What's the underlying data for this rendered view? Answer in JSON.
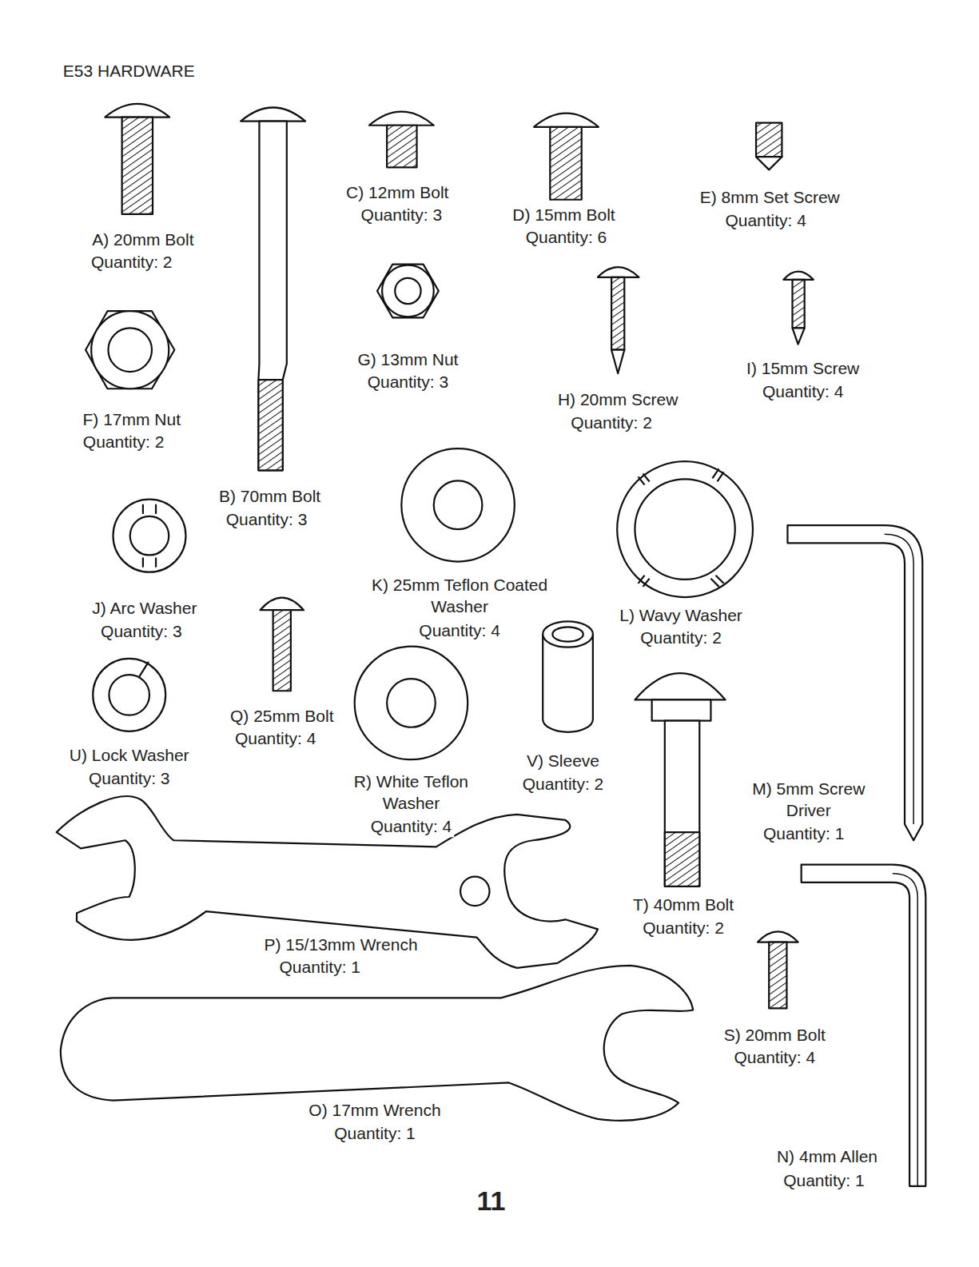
{
  "diagram": {
    "title": "E53 HARDWARE",
    "labels": [
      "A) 20mm Bolt",
      "Quantity: 2",
      "C) 12mm Bolt",
      "Quantity: 3",
      "D) 15mm Bolt",
      "Quantity: 6",
      "E) 8mm Set Screw",
      "Quantity: 4",
      "F) 17mm Nut",
      "Quantity: 2",
      "G) 13mm Nut",
      "Quantity: 3",
      "H) 20mm Screw",
      "Quantity: 2",
      "I) 15mm Screw",
      "Quantity: 4",
      "B) 70mm Bolt",
      "Quantity: 3",
      "J) Arc Washer",
      "Quantity: 3",
      "K) 25mm Teflon Coated Washer",
      "Quantity: 4",
      "L) Wavy Washer",
      "Quantity: 2",
      "Q) 25mm Bolt",
      "Quantity: 4",
      "U) Lock Washer",
      "Quantity: 3",
      "R) White Teflon Washer",
      "Quantity: 4",
      "V) Sleeve",
      "Quantity: 2",
      "M) 5mm Screw Driver",
      "Quantity: 1",
      "T) 40mm Bolt",
      "Quantity: 2",
      "P) 15/13mm Wrench",
      "Quantity: 1",
      "S) 20mm Bolt",
      "Quantity: 4",
      "O) 17mm Wrench",
      "Quantity: 1",
      "N) 4mm Allen",
      "Quantity: 1",
      "11"
    ]
  }
}
